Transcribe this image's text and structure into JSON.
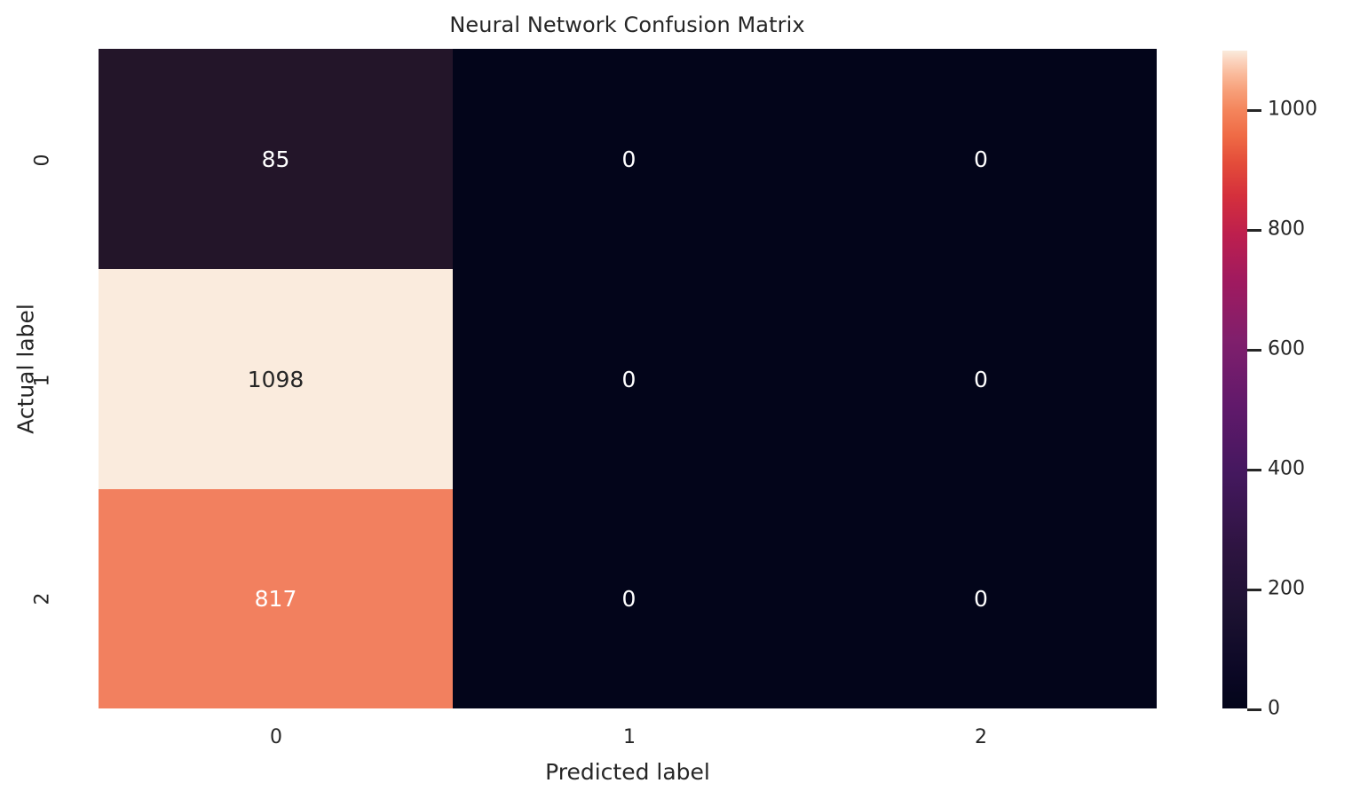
{
  "chart_data": {
    "type": "heatmap",
    "title": "Neural Network Confusion Matrix",
    "xlabel": "Predicted label",
    "ylabel": "Actual label",
    "x_tick_labels": [
      "0",
      "1",
      "2"
    ],
    "y_tick_labels": [
      "0",
      "1",
      "2"
    ],
    "categories": [
      "0",
      "1",
      "2"
    ],
    "matrix": [
      [
        85,
        0,
        0
      ],
      [
        1098,
        0,
        0
      ],
      [
        817,
        0,
        0
      ]
    ],
    "cell_text": [
      [
        "85",
        "0",
        "0"
      ],
      [
        "1098",
        "0",
        "0"
      ],
      [
        "817",
        "0",
        "0"
      ]
    ],
    "cell_colors": [
      [
        "#231529",
        "#03051a",
        "#03051a"
      ],
      [
        "#faebdd",
        "#03051a",
        "#03051a"
      ],
      [
        "#f2805f",
        "#03051a",
        "#03051a"
      ]
    ],
    "cell_text_colors": [
      [
        "#ffffff",
        "#ffffff",
        "#ffffff"
      ],
      [
        "#262626",
        "#ffffff",
        "#ffffff"
      ],
      [
        "#ffffff",
        "#ffffff",
        "#ffffff"
      ]
    ],
    "colormap": "rocket",
    "colorbar": {
      "ticks": [
        1000,
        800,
        600,
        400,
        200,
        0
      ],
      "tick_labels": [
        "1000",
        "800",
        "600",
        "400",
        "200",
        "0"
      ],
      "vmin": 0,
      "vmax": 1098,
      "position": "right"
    },
    "grid": false,
    "legend": "colorbar-right",
    "annotations": "cell values shown"
  },
  "colors": {
    "background": "#ffffff",
    "text": "#262626",
    "cell_min": "#03051a",
    "cell_max": "#faebdd",
    "accent": "#f2805f"
  }
}
